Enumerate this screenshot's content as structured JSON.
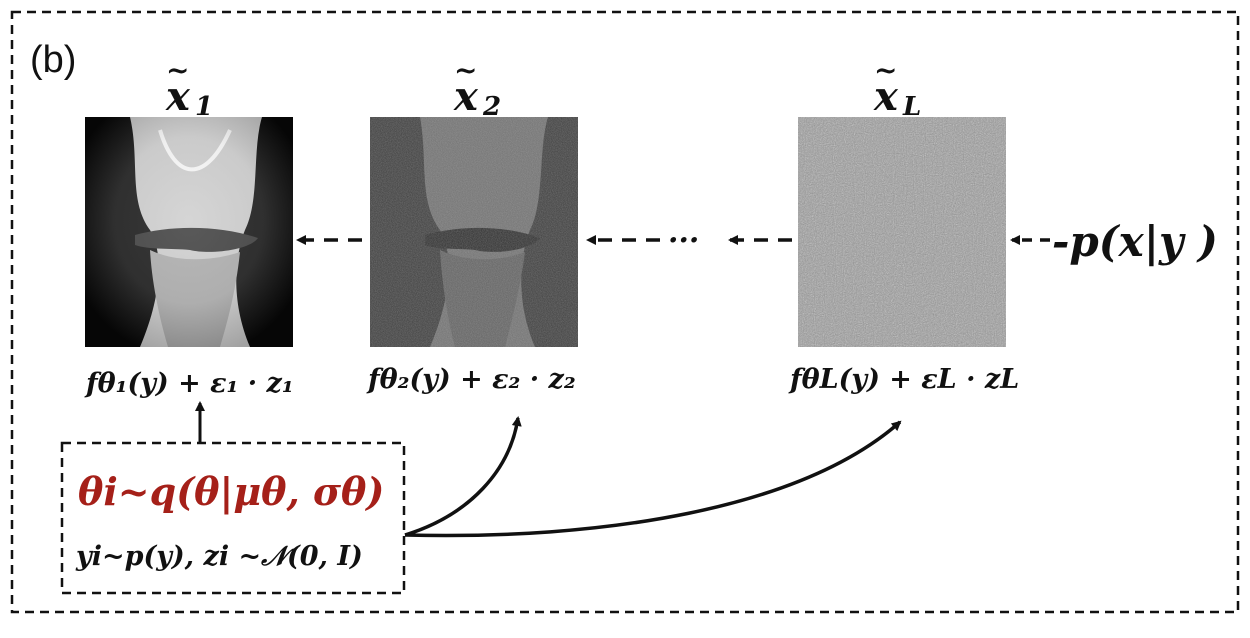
{
  "panel_label": "(b)",
  "images": [
    {
      "title": "x̃₁",
      "title_var": "x",
      "title_sub": "1",
      "caption": "fθ₁(y) + ε₁ · z₁",
      "icon": "knee-mri-clean"
    },
    {
      "title": "x̃₂",
      "title_var": "x",
      "title_sub": "2",
      "caption": "fθ₂(y) + ε₂ · z₂",
      "icon": "knee-mri-noisy"
    },
    {
      "title": "x̃L",
      "title_var": "x",
      "title_sub": "L",
      "caption": "fθL(y) + εL · zL",
      "icon": "pure-noise"
    }
  ],
  "ellipsis": "···",
  "prior": "-p(x|y )",
  "sampling_box": {
    "line1": "θi~q(θ|μθ, σθ)",
    "line2": "yi~p(y), zi ~𝒩(0, I)"
  },
  "colors": {
    "accent_red": "#a52019",
    "ink": "#111111"
  }
}
